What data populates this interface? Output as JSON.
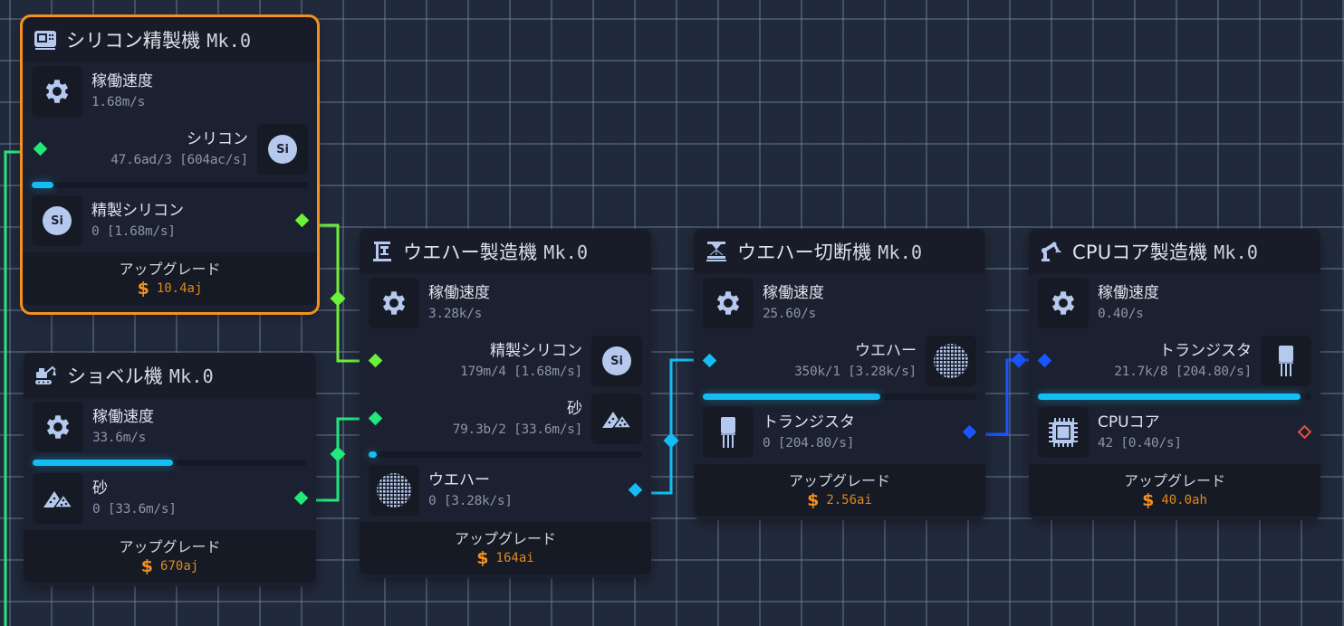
{
  "colors": {
    "background": "#212a3b",
    "node_bg": "#1b2130",
    "selected_outline": "#f5901e",
    "progress_fill": "#15bdf5",
    "wire_refined_silicon": "#6cf03a",
    "wire_sand": "#22e87a",
    "wire_wafer": "#15bdf5",
    "wire_transistor": "#1a55ff",
    "output_unconnected": "#e8503a",
    "icon_tint": "#b5c8ee",
    "cost_color": "#f5901e"
  },
  "common": {
    "speed_label": "稼働速度",
    "upgrade_label": "アップグレード",
    "currency_symbol": "$"
  },
  "machines": [
    {
      "id": "silicon-refiner",
      "title": "シリコン精製機",
      "mk": "Mk.0",
      "icon": "refinery-icon",
      "selected": true,
      "speed": "1.68m/s",
      "inputs": [
        {
          "label": "シリコン",
          "value": "47.6ad/3 [604ac/s]",
          "icon": "silicon-icon",
          "port_color": "#22e87a"
        }
      ],
      "progress": 8,
      "output": {
        "label": "精製シリコン",
        "value": "0 [1.68m/s]",
        "icon": "silicon-icon",
        "port_color": "#6cf03a"
      },
      "upgrade_cost": "10.4aj"
    },
    {
      "id": "excavator",
      "title": "ショベル機",
      "mk": "Mk.0",
      "icon": "excavator-icon",
      "selected": false,
      "speed": "33.6m/s",
      "inputs": [],
      "progress": 51,
      "output": {
        "label": "砂",
        "value": "0 [33.6m/s]",
        "icon": "sand-icon",
        "port_color": "#22e87a"
      },
      "upgrade_cost": "670aj"
    },
    {
      "id": "wafer-maker",
      "title": "ウエハー製造機",
      "mk": "Mk.0",
      "icon": "press-icon",
      "selected": false,
      "speed": "3.28k/s",
      "inputs": [
        {
          "label": "精製シリコン",
          "value": "179m/4 [1.68m/s]",
          "icon": "silicon-icon",
          "port_color": "#6cf03a"
        },
        {
          "label": "砂",
          "value": "79.3b/2 [33.6m/s]",
          "icon": "sand-icon",
          "port_color": "#22e87a"
        }
      ],
      "progress": 3,
      "output": {
        "label": "ウエハー",
        "value": "0 [3.28k/s]",
        "icon": "wafer-icon",
        "port_color": "#15bdf5"
      },
      "upgrade_cost": "164ai"
    },
    {
      "id": "wafer-cutter",
      "title": "ウエハー切断機",
      "mk": "Mk.0",
      "icon": "laser-cutter-icon",
      "selected": false,
      "speed": "25.60/s",
      "inputs": [
        {
          "label": "ウエハー",
          "value": "350k/1 [3.28k/s]",
          "icon": "wafer-icon",
          "port_color": "#15bdf5"
        }
      ],
      "progress": 65,
      "output": {
        "label": "トランジスタ",
        "value": "0 [204.80/s]",
        "icon": "transistor-icon",
        "port_color": "#1a55ff"
      },
      "upgrade_cost": "2.56ai"
    },
    {
      "id": "cpu-core-maker",
      "title": "CPUコア製造機",
      "mk": "Mk.0",
      "icon": "robot-arm-icon",
      "selected": false,
      "speed": "0.40/s",
      "inputs": [
        {
          "label": "トランジスタ",
          "value": "21.7k/8 [204.80/s]",
          "icon": "transistor-icon",
          "port_color": "#1a55ff"
        }
      ],
      "progress": 96,
      "output": {
        "label": "CPUコア",
        "value": "42 [0.40/s]",
        "icon": "cpu-icon",
        "port_color": "#e8503a"
      },
      "upgrade_cost": "40.0ah"
    }
  ]
}
